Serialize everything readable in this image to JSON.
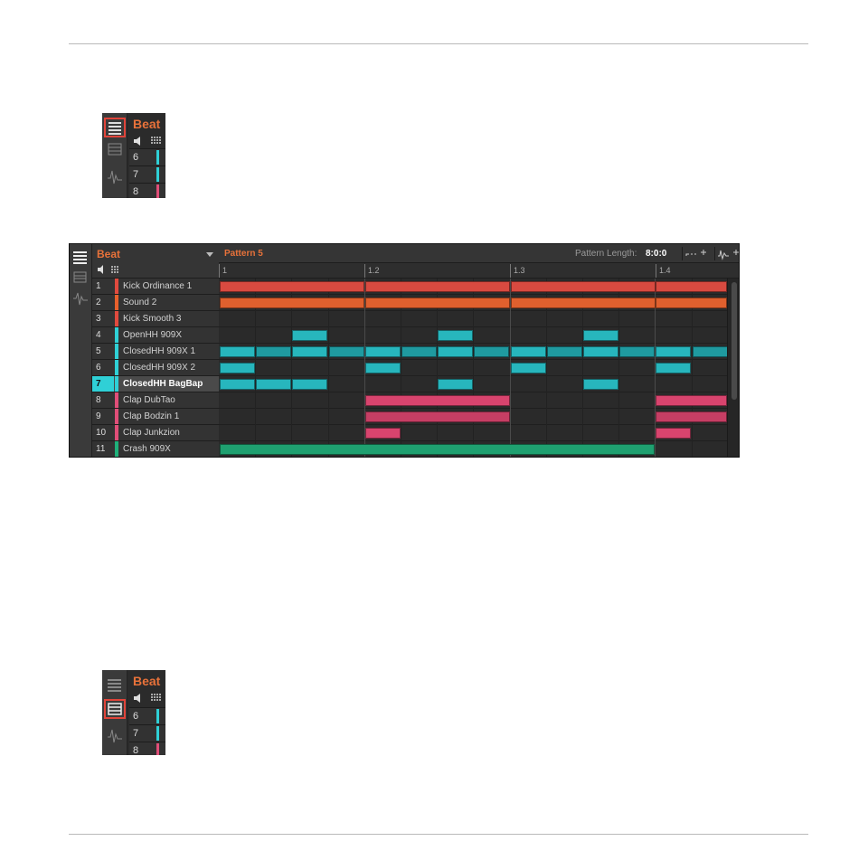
{
  "top_thumb": {
    "group_label": "Beat",
    "rows": [
      {
        "num": "6",
        "color": "#2fd0d6"
      },
      {
        "num": "7",
        "color": "#2fd0d6"
      },
      {
        "num": "8",
        "color": "#e04e78"
      }
    ]
  },
  "bottom_thumb": {
    "group_label": "Beat",
    "rows": [
      {
        "num": "6",
        "color": "#2fd0d6"
      },
      {
        "num": "7",
        "color": "#2fd0d6"
      },
      {
        "num": "8",
        "color": "#e04e78"
      }
    ]
  },
  "editor": {
    "group_name": "Beat",
    "pattern_name": "Pattern 5",
    "pattern_length_label": "Pattern Length:",
    "pattern_length_value": "8:0:0",
    "ruler": [
      "1",
      "1.2",
      "1.3",
      "1.4"
    ],
    "sounds": [
      {
        "num": "1",
        "name": "Kick Ordinance 1",
        "color": "#e04a3e"
      },
      {
        "num": "2",
        "name": "Sound 2",
        "color": "#e8602c"
      },
      {
        "num": "3",
        "name": "Kick Smooth 3",
        "color": "#e04a3e"
      },
      {
        "num": "4",
        "name": "OpenHH 909X",
        "color": "#2fd0d6"
      },
      {
        "num": "5",
        "name": "ClosedHH 909X 1",
        "color": "#2fd0d6"
      },
      {
        "num": "6",
        "name": "ClosedHH 909X 2",
        "color": "#2fd0d6"
      },
      {
        "num": "7",
        "name": "ClosedHH BagBap",
        "color": "#2fd0d6",
        "selected": true
      },
      {
        "num": "8",
        "name": "Clap DubTao",
        "color": "#e04e78"
      },
      {
        "num": "9",
        "name": "Clap Bodzin 1",
        "color": "#e04e78"
      },
      {
        "num": "10",
        "name": "Clap Junkzion",
        "color": "#e04e78"
      },
      {
        "num": "11",
        "name": "Crash 909X",
        "color": "#1fb07a"
      }
    ],
    "notes": [
      {
        "row": 0,
        "start": 0,
        "len": 4,
        "color": "#d84a40"
      },
      {
        "row": 0,
        "start": 4,
        "len": 4,
        "color": "#d84a40"
      },
      {
        "row": 0,
        "start": 8,
        "len": 4,
        "color": "#d84a40"
      },
      {
        "row": 0,
        "start": 12,
        "len": 2,
        "color": "#d84a40"
      },
      {
        "row": 1,
        "start": 0,
        "len": 4,
        "color": "#e0602e"
      },
      {
        "row": 1,
        "start": 4,
        "len": 4,
        "color": "#e0602e"
      },
      {
        "row": 1,
        "start": 8,
        "len": 4,
        "color": "#e0602e"
      },
      {
        "row": 1,
        "start": 12,
        "len": 2,
        "color": "#e0602e"
      },
      {
        "row": 3,
        "start": 2,
        "len": 1,
        "color": "#27b6bd"
      },
      {
        "row": 3,
        "start": 6,
        "len": 1,
        "color": "#27b6bd"
      },
      {
        "row": 3,
        "start": 10,
        "len": 1,
        "color": "#27b6bd"
      },
      {
        "row": 4,
        "start": 0,
        "len": 1,
        "color": "#27b6bd"
      },
      {
        "row": 4,
        "start": 1,
        "len": 1,
        "color": "#1f9aa0"
      },
      {
        "row": 4,
        "start": 2,
        "len": 1,
        "color": "#27b6bd"
      },
      {
        "row": 4,
        "start": 3,
        "len": 1,
        "color": "#1f9aa0"
      },
      {
        "row": 4,
        "start": 4,
        "len": 1,
        "color": "#27b6bd"
      },
      {
        "row": 4,
        "start": 5,
        "len": 1,
        "color": "#1f9aa0"
      },
      {
        "row": 4,
        "start": 6,
        "len": 1,
        "color": "#27b6bd"
      },
      {
        "row": 4,
        "start": 7,
        "len": 1,
        "color": "#1f9aa0"
      },
      {
        "row": 4,
        "start": 8,
        "len": 1,
        "color": "#27b6bd"
      },
      {
        "row": 4,
        "start": 9,
        "len": 1,
        "color": "#1f9aa0"
      },
      {
        "row": 4,
        "start": 10,
        "len": 1,
        "color": "#27b6bd"
      },
      {
        "row": 4,
        "start": 11,
        "len": 1,
        "color": "#1f9aa0"
      },
      {
        "row": 4,
        "start": 12,
        "len": 1,
        "color": "#27b6bd"
      },
      {
        "row": 4,
        "start": 13,
        "len": 1,
        "color": "#1f9aa0"
      },
      {
        "row": 5,
        "start": 0,
        "len": 1,
        "color": "#27b6bd"
      },
      {
        "row": 5,
        "start": 4,
        "len": 1,
        "color": "#27b6bd"
      },
      {
        "row": 5,
        "start": 8,
        "len": 1,
        "color": "#27b6bd"
      },
      {
        "row": 5,
        "start": 12,
        "len": 1,
        "color": "#27b6bd"
      },
      {
        "row": 6,
        "start": 0,
        "len": 1,
        "color": "#27b6bd"
      },
      {
        "row": 6,
        "start": 1,
        "len": 1,
        "color": "#27b6bd"
      },
      {
        "row": 6,
        "start": 2,
        "len": 1,
        "color": "#27b6bd"
      },
      {
        "row": 6,
        "start": 6,
        "len": 1,
        "color": "#27b6bd"
      },
      {
        "row": 6,
        "start": 10,
        "len": 1,
        "color": "#27b6bd"
      },
      {
        "row": 7,
        "start": 4,
        "len": 4,
        "color": "#d8446e"
      },
      {
        "row": 7,
        "start": 12,
        "len": 2,
        "color": "#d8446e"
      },
      {
        "row": 8,
        "start": 4,
        "len": 4,
        "color": "#c63e64"
      },
      {
        "row": 8,
        "start": 12,
        "len": 2,
        "color": "#c63e64"
      },
      {
        "row": 9,
        "start": 4,
        "len": 1,
        "color": "#d8446e"
      },
      {
        "row": 9,
        "start": 12,
        "len": 1,
        "color": "#d8446e"
      },
      {
        "row": 10,
        "start": 0,
        "len": 12,
        "color": "#1fa070"
      }
    ]
  }
}
